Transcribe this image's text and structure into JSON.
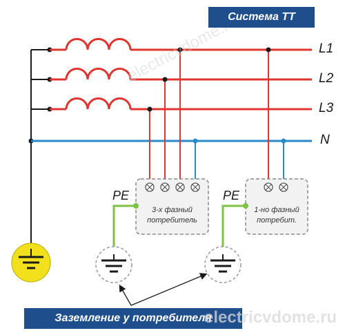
{
  "title": "Система ТТ",
  "lines": [
    {
      "label": "L1"
    },
    {
      "label": "L2"
    },
    {
      "label": "L3"
    },
    {
      "label": "N"
    }
  ],
  "pe_label": "PE",
  "consumers": [
    {
      "text": "3-х фазный потребитель"
    },
    {
      "text": "1-но фазный потребит."
    }
  ],
  "bottom_label": "Заземление у потребителя",
  "watermark": "electricvdome.ru",
  "colors": {
    "phase": "#e0342e",
    "neutral": "#2a8ac9",
    "pe": "#7dc242",
    "bus": "#1a1a1a",
    "ground_circle": "#f2e01c",
    "title_bg": "#1e4f8c"
  }
}
